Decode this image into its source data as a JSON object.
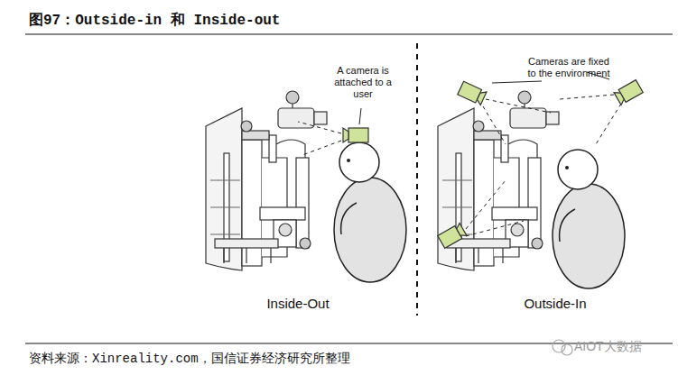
{
  "diagram": {
    "title": "图97：Outside-in 和 Inside-out",
    "caption": "资料来源：Xinreality.com，国信证券经济研究所整理",
    "labels": [
      "A camera is attached to a user",
      "Cameras are fixed to the environment",
      "Inside-Out",
      "Outside-In",
      "AIOT大数据"
    ]
  }
}
